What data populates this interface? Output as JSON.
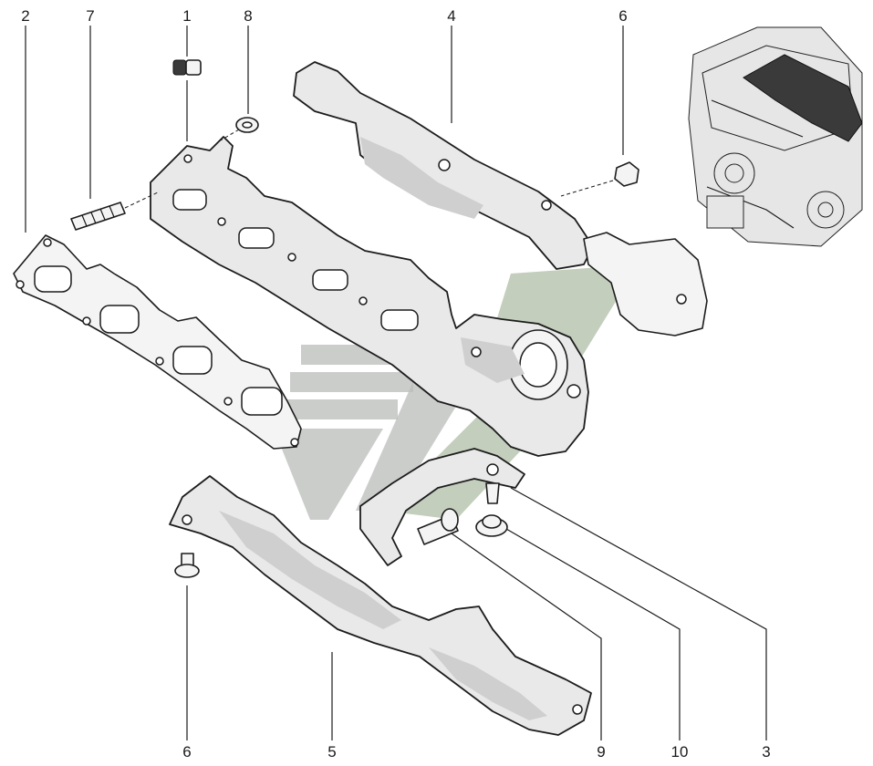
{
  "callouts": {
    "top": [
      {
        "id": "c-top-2",
        "label": "2"
      },
      {
        "id": "c-top-7",
        "label": "7"
      },
      {
        "id": "c-top-1",
        "label": "1"
      },
      {
        "id": "c-top-8",
        "label": "8"
      },
      {
        "id": "c-top-4",
        "label": "4"
      },
      {
        "id": "c-top-6",
        "label": "6"
      }
    ],
    "bottom": [
      {
        "id": "c-bot-6",
        "label": "6"
      },
      {
        "id": "c-bot-5",
        "label": "5"
      },
      {
        "id": "c-bot-9",
        "label": "9"
      },
      {
        "id": "c-bot-10",
        "label": "10"
      },
      {
        "id": "c-bot-3",
        "label": "3"
      }
    ]
  },
  "parts": {
    "gasket": "exhaust-manifold-gasket",
    "manifold": "exhaust-manifold",
    "upper_heat_shield": "upper-heat-shield",
    "lower_heat_shield": "lower-heat-shield",
    "bracket": "manifold-bracket",
    "stud": "stud",
    "clip": "clip",
    "washer_nut": "nut",
    "bolt": "bolt",
    "engine_thumbnail": "engine-location-thumbnail"
  },
  "colors": {
    "line": "#1c1c1c",
    "part_fill": "#e9e9e9",
    "watermark_grey": "#b9bcb9",
    "watermark_green": "#a9b9a0"
  }
}
